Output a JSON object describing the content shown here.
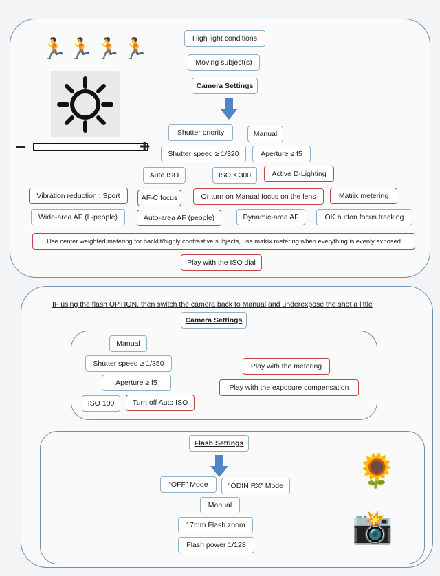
{
  "top": {
    "high_light": "High light conditions",
    "moving": "Moving subject(s)",
    "camera_settings": "Camera Settings",
    "shutter_priority": "Shutter priority",
    "manual": "Manual",
    "shutter_speed": "Shutter speed ≥ 1/320",
    "aperture": "Aperture ≤ f5",
    "auto_iso": "Auto ISO",
    "iso": "ISO ≤ 300",
    "active_d": "Active D-Lighting",
    "vibration": "Vibration reduction : Sport",
    "afc": "AF-C focus",
    "manual_focus": "Or turn on Manual focus on the lens",
    "matrix": "Matrix metering",
    "wide_area": "Wide-area AF (L-people)",
    "auto_area": "Auto-area AF (people)",
    "dynamic_area": "Dynamic-area AF",
    "ok_button": "OK button focus tracking",
    "center_weighted": "Use center weighted metering for backlit/highly contrastive subjects, use matrix metering when everything is evenly exposed",
    "iso_dial": "Play with the ISO dial",
    "exposure_minus": "−",
    "exposure_plus": "+"
  },
  "flash": {
    "note": "IF using the flash OPTION, then switch the camera back to Manual and underexpose the shot a little",
    "camera_settings": "Camera Settings",
    "manual": "Manual",
    "shutter_speed": "Shutter speed ≥ 1/350",
    "aperture": "Aperture ≥ f5",
    "iso": "ISO 100",
    "auto_iso_off": "Turn off Auto ISO",
    "metering": "Play with the metering",
    "exposure_comp": "Play with the exposure compensation",
    "flash_settings": "Flash Settings",
    "off_mode": "“OFF” Mode",
    "odin_mode": "“ODIN RX” Mode",
    "flash_manual": "Manual",
    "zoom": "17mm Flash zoom",
    "power": "Flash power 1/128"
  },
  "icons": {
    "runners": "running-people-icon",
    "sun": "sun-icon",
    "sunflower": "sunflower-icon",
    "camera_flash": "camera-flash-icon"
  },
  "colors": {
    "panel_border": "#6d8fb0",
    "box_border": "#8fb0c6",
    "red_border": "#c8404a",
    "arrow": "#4f86c6"
  }
}
